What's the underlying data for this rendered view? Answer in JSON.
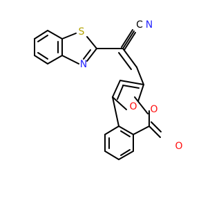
{
  "colors": {
    "bond": "#000000",
    "nitrogen": "#2626ff",
    "oxygen": "#ff0d0d",
    "sulfur": "#b2a200",
    "background": "#ffffff"
  },
  "atoms": {
    "nitrile_c": "C",
    "nitrile_n": "N",
    "thiazole_s": "S",
    "thiazole_n": "N",
    "furan_o": "O",
    "carbonyl_o": "O",
    "ester_o": "O"
  }
}
